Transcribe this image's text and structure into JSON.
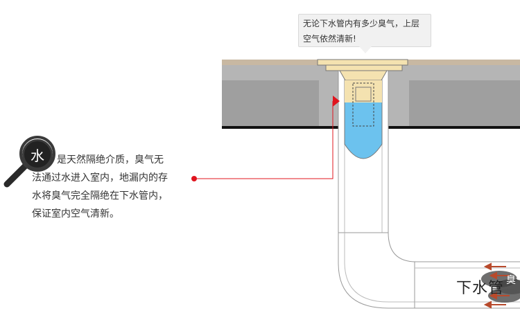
{
  "callout": {
    "lines": [
      "无论下水管内有多少臭气，上层",
      "空气依然清新!"
    ]
  },
  "description": {
    "badge": "水",
    "lines": [
      "是天然隔绝介质，臭气无",
      "法通过水进入室内，地漏内的存",
      "水将臭气完全隔绝在下水管内，",
      "保证室内空气清新。"
    ]
  },
  "pipe": {
    "label": "下水管",
    "smell": "臭气"
  },
  "colors": {
    "floor_top": "#c8b8a2",
    "floor": "#b5b5b5",
    "floor_edge": "#111111",
    "drain": "#f4e2b0",
    "water": "#6cc2ee",
    "leader": "#e0141e",
    "smell": "#555555",
    "arrow": "#b84a2c"
  },
  "icons": {
    "magnifier": "magnifier-icon",
    "arrow": "red-arrow-icon"
  }
}
